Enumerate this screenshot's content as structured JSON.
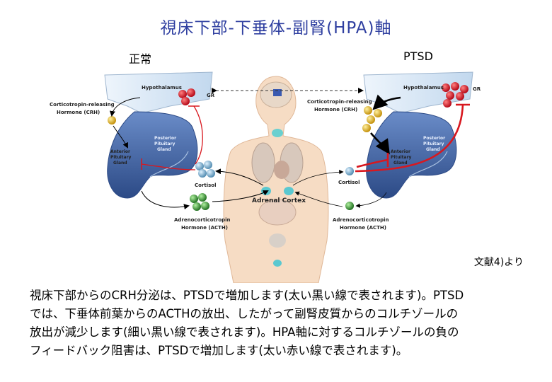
{
  "title": "視床下部-下垂体-副腎(HPA)軸",
  "panels": {
    "normal": {
      "heading": "正常",
      "labels": {
        "hypothalamus": "Hypothalamus",
        "gr": "GR",
        "crh_line1": "Corticotropin-releasing",
        "crh_line2": "Hormone (CRH)",
        "posterior_line1": "Posterior",
        "posterior_line2": "Pituitary",
        "posterior_line3": "Gland",
        "anterior_line1": "Anterior",
        "anterior_line2": "Pituitary",
        "anterior_line3": "Gland",
        "cortisol": "Cortisol",
        "acth_line1": "Adrenocorticotropin",
        "acth_line2": "Hormone (ACTH)"
      }
    },
    "ptsd": {
      "heading": "PTSD",
      "labels": {
        "hypothalamus": "Hypothalamus",
        "gr": "GR",
        "crh_line1": "Corticotropin-releasing",
        "crh_line2": "Hormone (CRH)",
        "posterior_line1": "Posterior",
        "posterior_line2": "Pituitary",
        "posterior_line3": "Gland",
        "anterior_line1": "Anterior",
        "anterior_line2": "Pituitary",
        "anterior_line3": "Gland",
        "cortisol": "Cortisol",
        "acth_line1": "Adrenocorticotropin",
        "acth_line2": "Hormone (ACTH)"
      }
    },
    "body": {
      "adrenal_cortex": "Adrenal Cortex"
    }
  },
  "colors": {
    "title": "#2f3fa0",
    "hypothalamus": "#d6e6f6",
    "pituitary": "#4a6aa8",
    "gr_receptor": "#d8181f",
    "crh": "#e0b000",
    "cortisol": "#6aa6cc",
    "acth": "#2e9a2e",
    "inhibition": "#d8181f"
  },
  "citation": "文献4)より",
  "caption": [
    "視床下部からのCRH分泌は、PTSDで増加します(太い黒い線で表されます)。PTSD",
    "では、下垂体前葉からのACTHの放出、したがって副腎皮質からのコルチゾールの",
    "放出が減少します(細い黒い線で表されます)。HPA軸に対するコルチゾールの負の",
    "フィードバック阻害は、PTSDで増加します(太い赤い線で表されます)。"
  ]
}
